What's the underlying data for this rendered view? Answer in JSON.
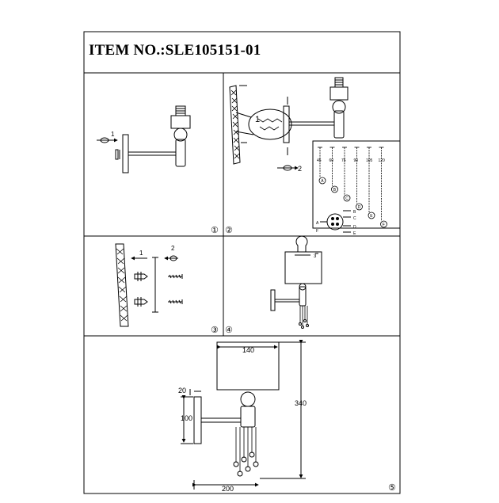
{
  "header": {
    "item_no": "ITEM NO.:SLE105151-01"
  },
  "steps": {
    "s1": "①",
    "s2": "②",
    "s3": "③",
    "s4": "④",
    "s5": "⑤"
  },
  "panel1": {
    "arrow_label": "1"
  },
  "panel2": {
    "detail_label": "1",
    "rotate_label": "2",
    "crystal_lengths": [
      "45",
      "60",
      "75",
      "90",
      "105",
      "120"
    ],
    "crystal_letters": [
      "A",
      "B",
      "C",
      "D",
      "E",
      "F"
    ],
    "socket_letters_left": [
      "A",
      "F"
    ],
    "socket_letters_right": [
      "B",
      "C",
      "D",
      "E"
    ]
  },
  "panel3": {
    "arrow1_label": "1",
    "arrow2_label": "2"
  },
  "panel4": {
    "shade_label": "3"
  },
  "panel5": {
    "dim_shade_width": "140",
    "dim_depth_plate": "20",
    "dim_plate_height": "100",
    "dim_total_height": "340",
    "dim_projection": "200"
  }
}
